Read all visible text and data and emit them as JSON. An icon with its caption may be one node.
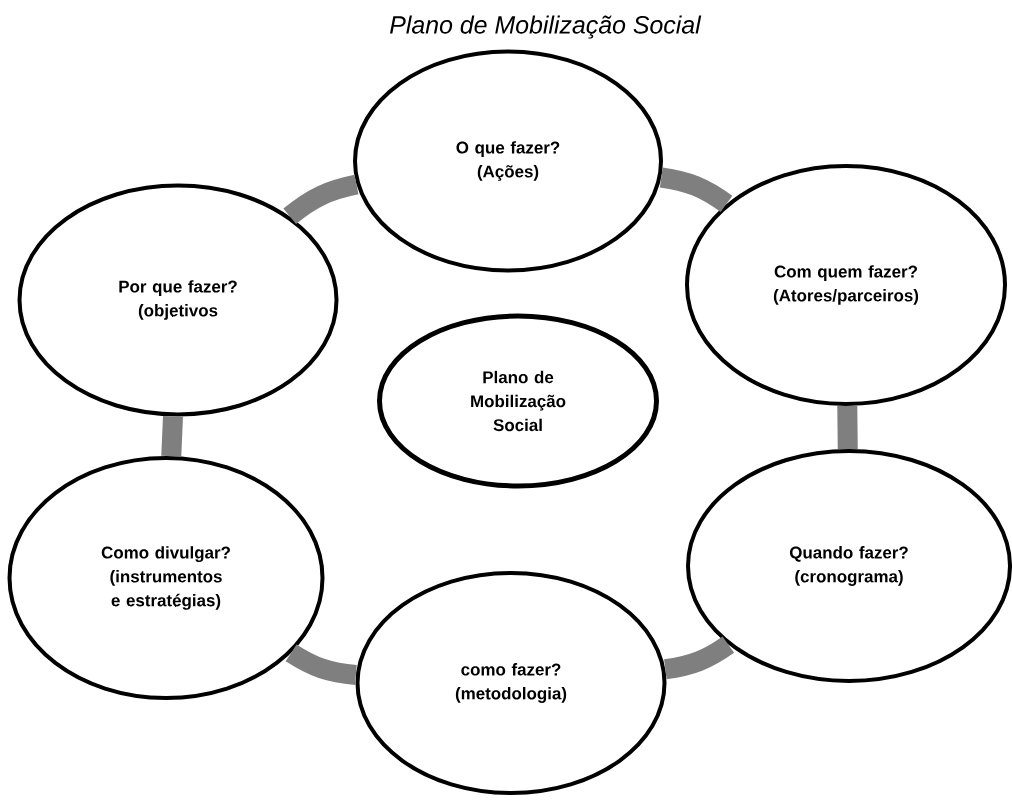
{
  "diagram": {
    "title": "Plano de Mobilização Social",
    "nodes": [
      {
        "text": [
          "O que fazer? (Ações)"
        ]
      },
      {
        "text": [
          "Por que fazer? (objetivos"
        ]
      },
      {
        "text": [
          "Com quem fazer? (Atores/parceiros)"
        ]
      },
      {
        "text": [
          "Plano de Mobilização Social"
        ]
      },
      {
        "text": [
          "Como divulgar? (instrumentos e estratégias)"
        ]
      },
      {
        "text": [
          "Quando fazer? (cronograma)"
        ]
      },
      {
        "text": [
          "como fazer? (metodologia)"
        ]
      }
    ],
    "edges": [
      {
        "from": 0,
        "to": 2,
        "arrow": "none"
      },
      {
        "from": 2,
        "to": 5,
        "arrow": "none"
      },
      {
        "from": 5,
        "to": 6,
        "arrow": "none"
      },
      {
        "from": 6,
        "to": 4,
        "arrow": "none"
      },
      {
        "from": 4,
        "to": 1,
        "arrow": "none"
      },
      {
        "from": 1,
        "to": 0,
        "arrow": "none"
      }
    ]
  }
}
